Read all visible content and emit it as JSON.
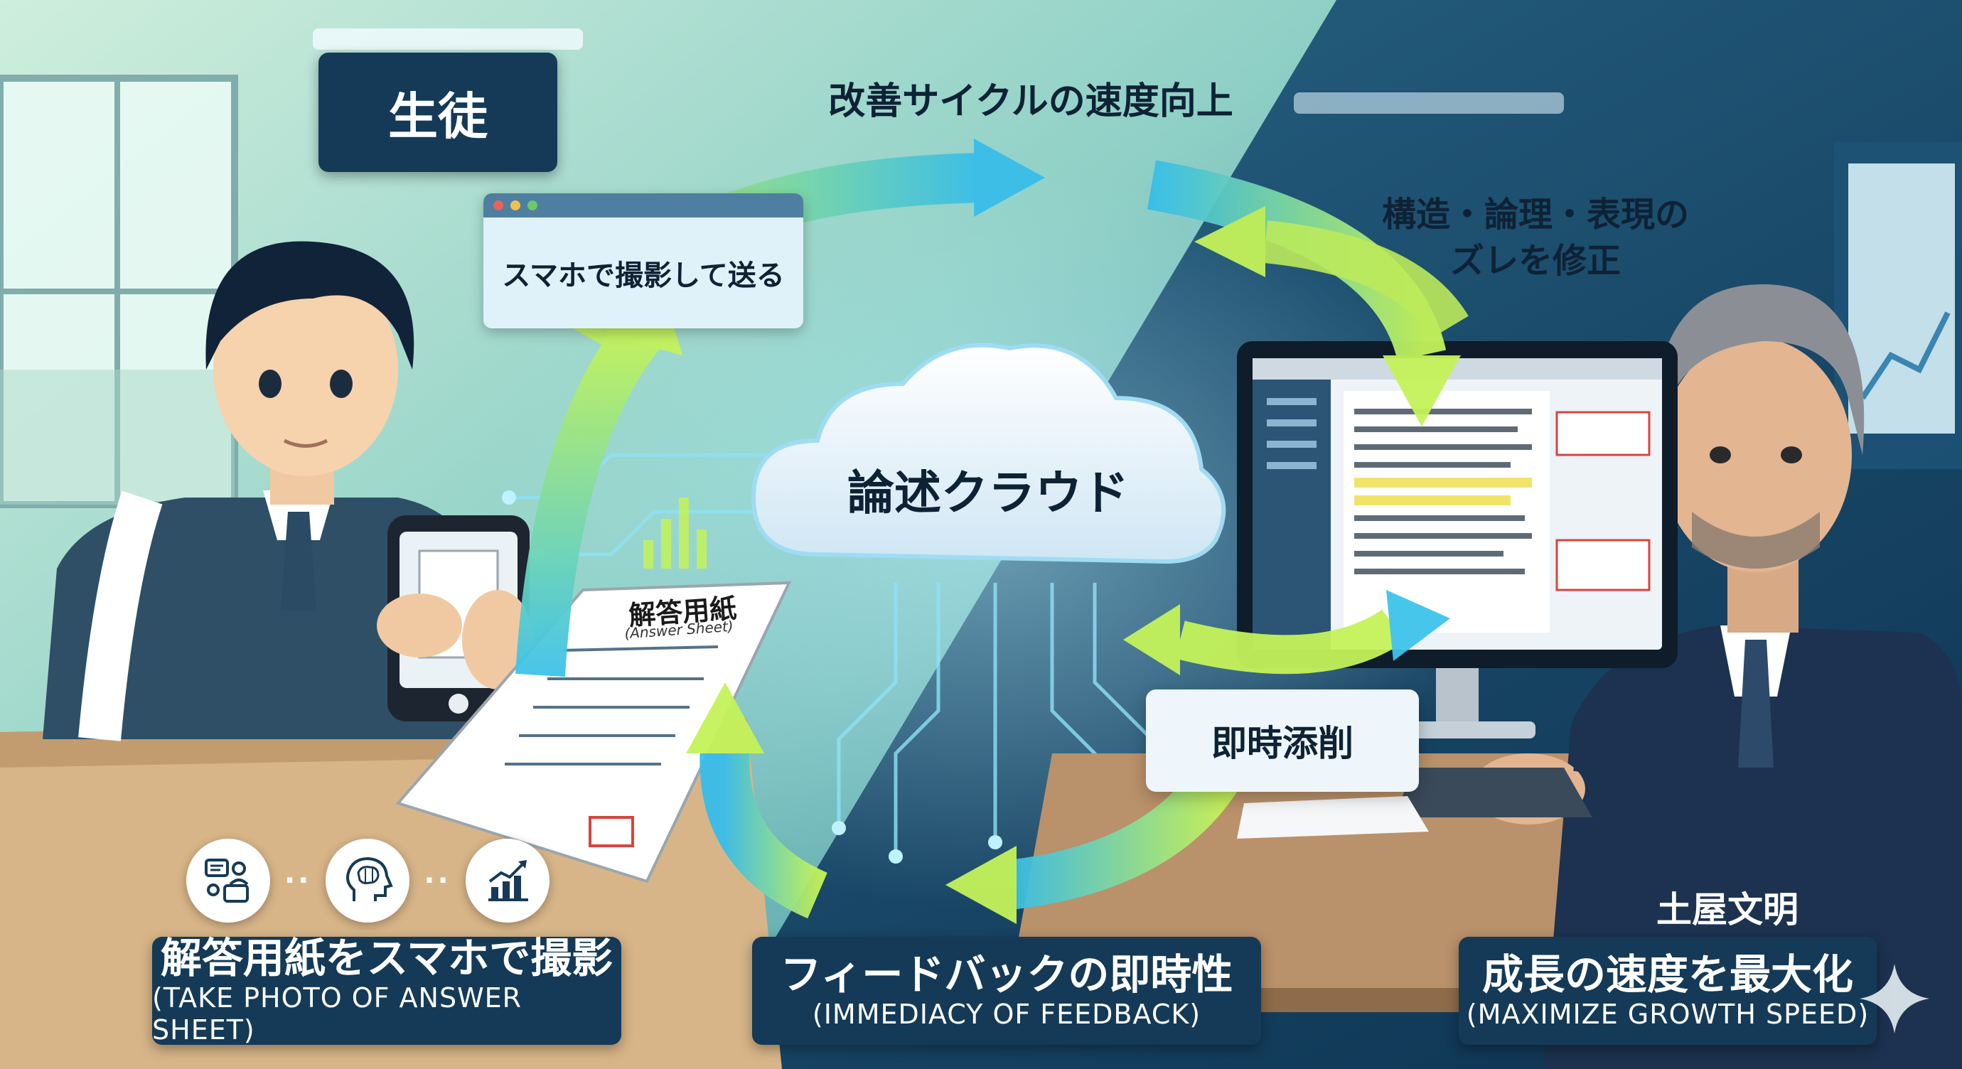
{
  "top_label": "生徒",
  "cycle_title": "改善サイクルの速度向上",
  "student_action": "スマホで撮影して送る",
  "cloud_label": "論述クラウド",
  "correction_note": "構造・論理・表現の\nズレを修正",
  "instant_label": "即時添削",
  "answer_sheet": {
    "title": "解答用紙",
    "subtitle": "(Answer Sheet)"
  },
  "teacher_name": "土屋文明",
  "captions": [
    {
      "title": "解答用紙をスマホで撮影",
      "subtitle": "(TAKE PHOTO OF ANSWER SHEET)"
    },
    {
      "title": "フィードバックの即時性",
      "subtitle": "(IMMEDIACY OF FEEDBACK)"
    },
    {
      "title": "成長の速度を最大化",
      "subtitle": "(MAXIMIZE GROWTH SPEED)"
    }
  ],
  "icons": [
    "chat-person-icon",
    "brain-head-icon",
    "growth-chart-icon",
    "sparkle-icon"
  ],
  "colors": {
    "panel_dark": "#143a57",
    "arrow_green": "#b8ef4f",
    "arrow_blue": "#3ec3ea",
    "highlight": "#f1e36a",
    "red_mark": "#d8453c"
  }
}
